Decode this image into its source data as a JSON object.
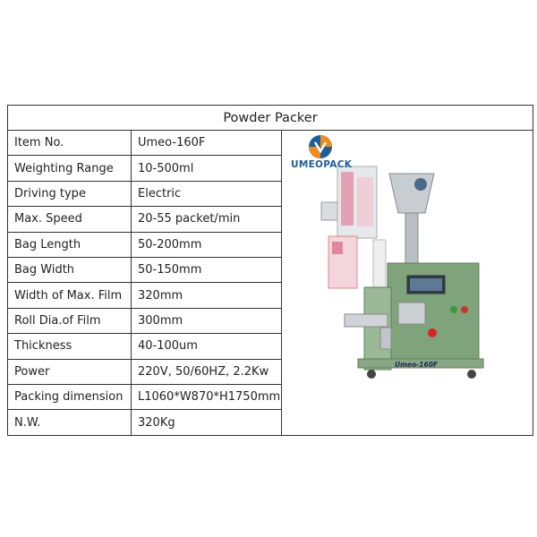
{
  "table": {
    "title": "Powder Packer",
    "rows": [
      {
        "label": "Item No.",
        "value": "Umeo-160F"
      },
      {
        "label": "Weighting Range",
        "value": "10-500ml"
      },
      {
        "label": "Driving type",
        "value": "Electric"
      },
      {
        "label": "Max. Speed",
        "value": "20-55 packet/min"
      },
      {
        "label": "Bag Length",
        "value": "50-200mm"
      },
      {
        "label": "Bag Width",
        "value": "50-150mm"
      },
      {
        "label": "Width of Max. Film",
        "value": "320mm"
      },
      {
        "label": "Roll Dia.of Film",
        "value": "300mm"
      },
      {
        "label": "Thickness",
        "value": "40-100um"
      },
      {
        "label": "Power",
        "value": "220V, 50/60HZ, 2.2Kw"
      },
      {
        "label": "Packing dimension",
        "value": "L1060*W870*H1750mm"
      },
      {
        "label": "N.W.",
        "value": "320Kg"
      }
    ]
  },
  "image": {
    "logo_text": "UMEOPACK",
    "caption": "Umeo-160F"
  },
  "colors": {
    "machine_green": "#7fa37a",
    "logo_blue": "#1d5e9e",
    "logo_orange": "#f08a1c"
  }
}
